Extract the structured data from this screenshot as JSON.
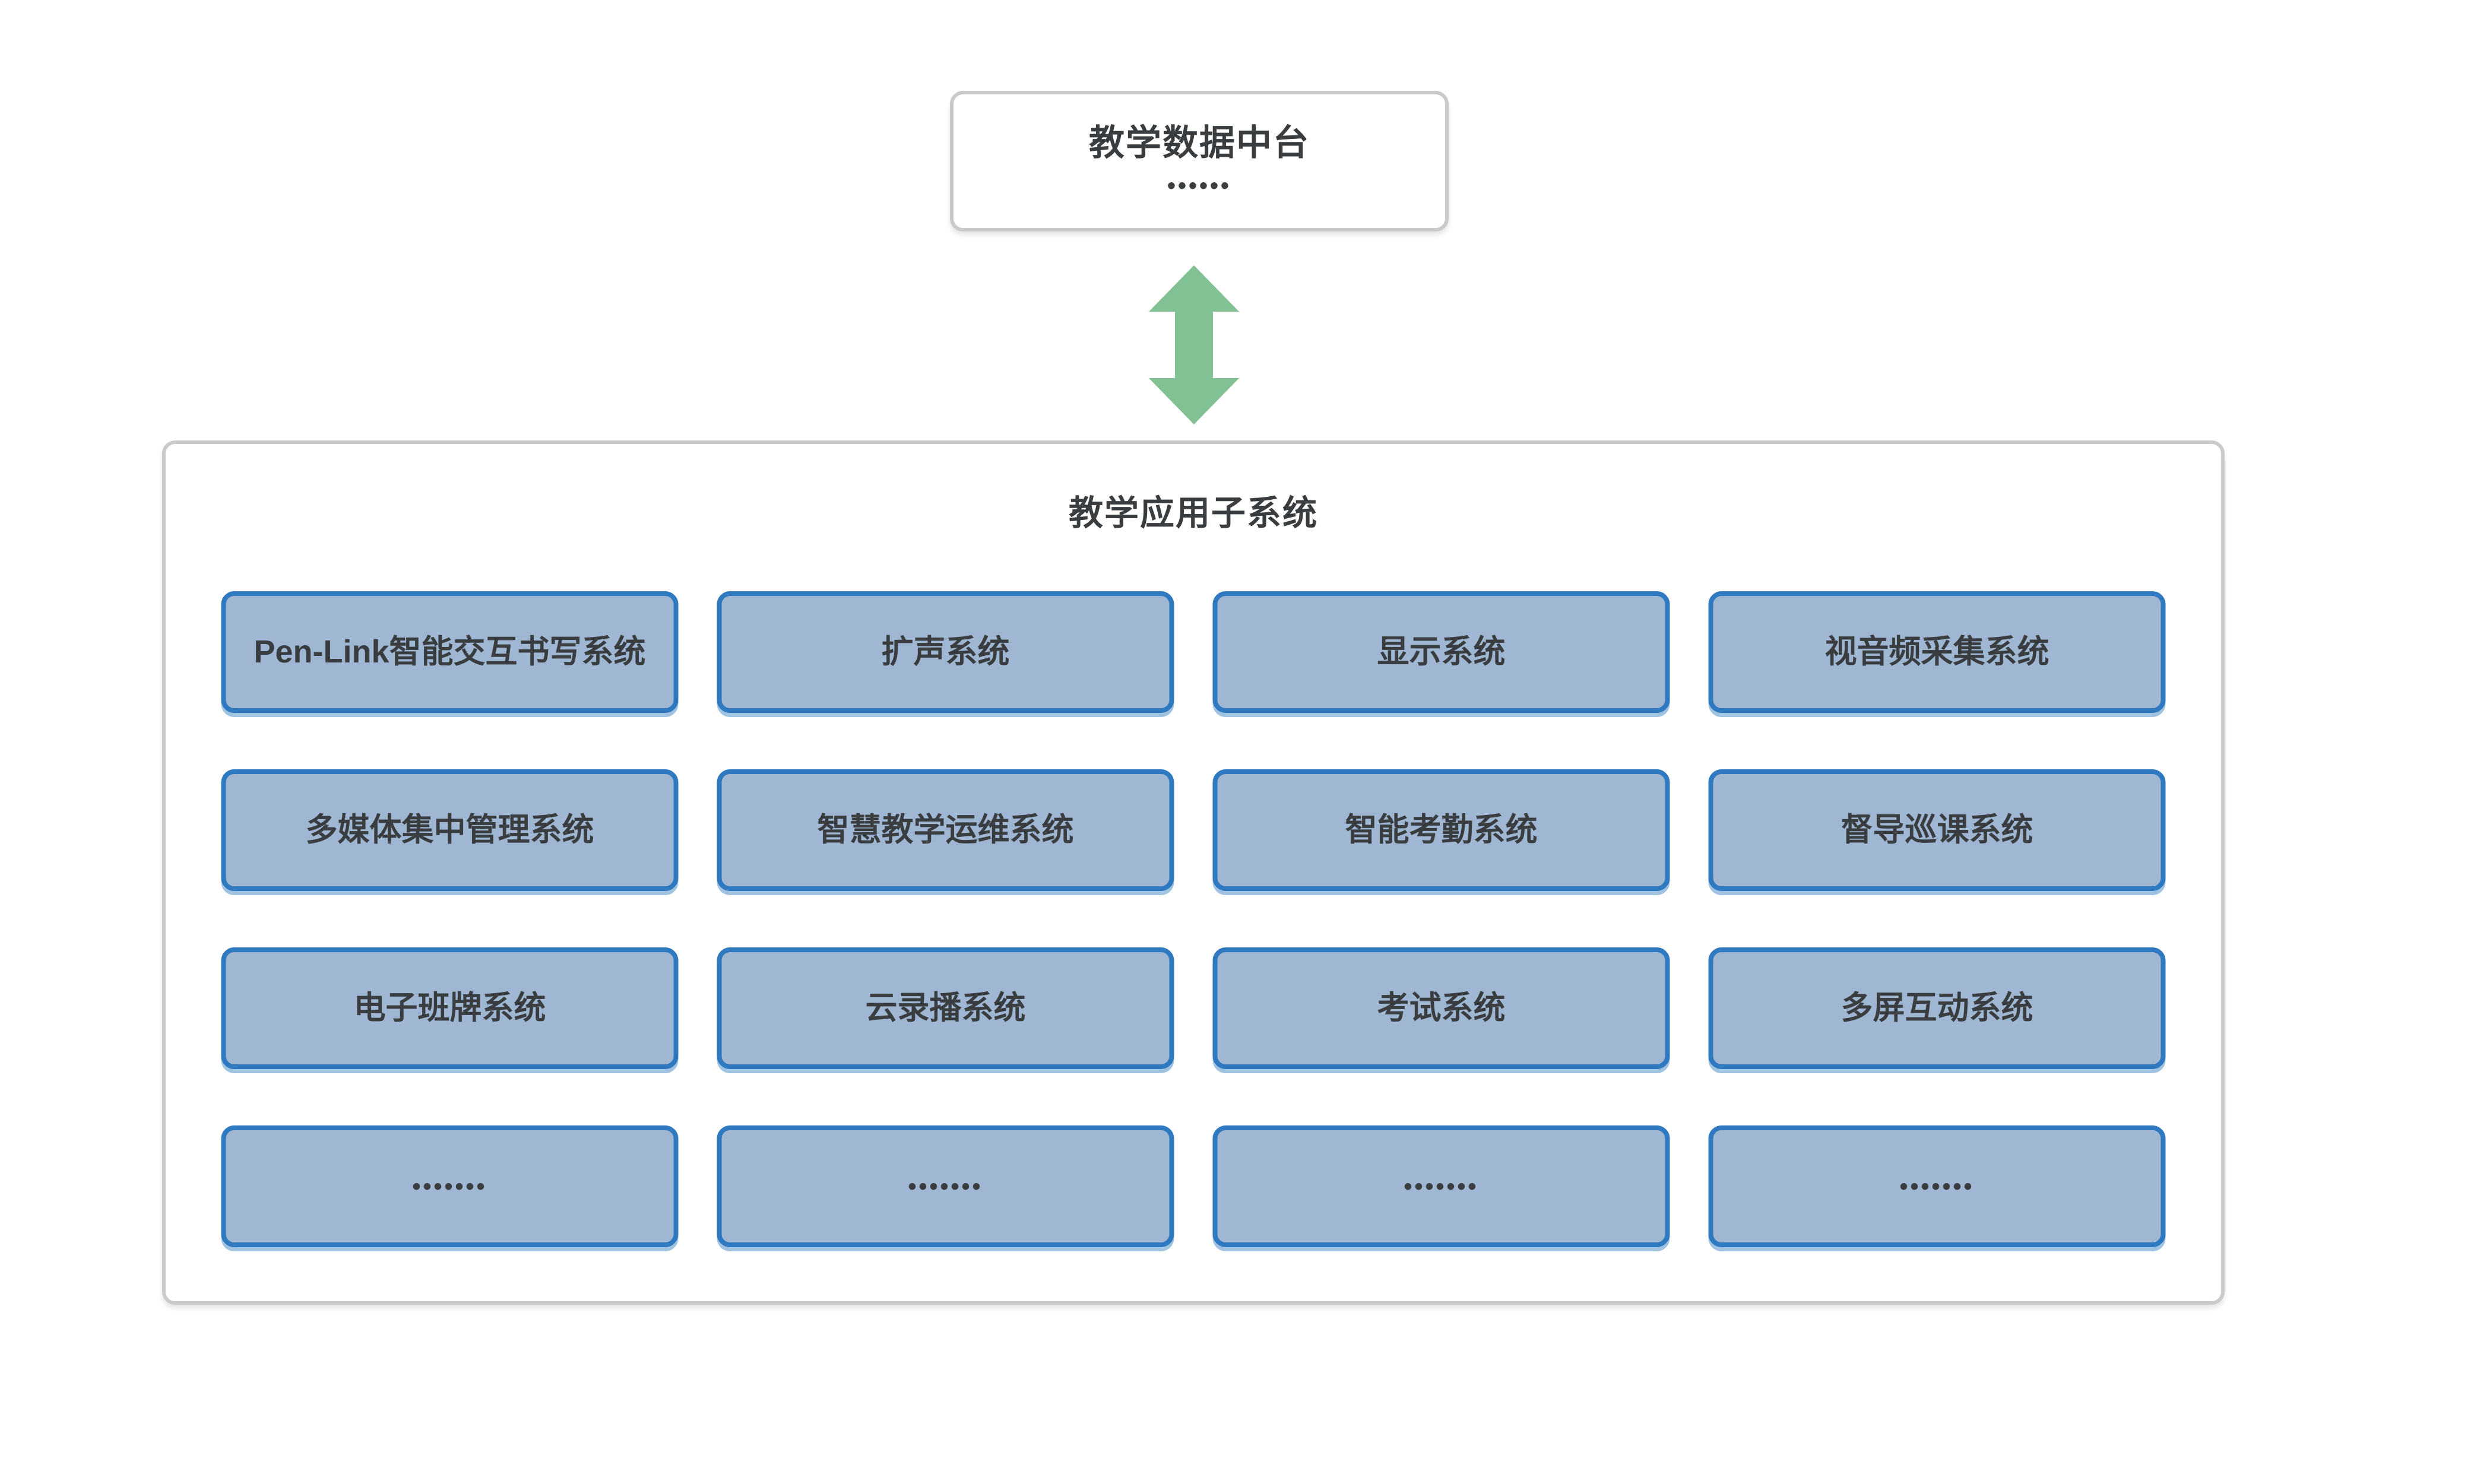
{
  "colors": {
    "page_background": "#ffffff",
    "outline_border": "#c9cacc",
    "subsystem_fill": "#9fb7d3",
    "subsystem_border": "#2e79bf",
    "arrow_green": "#82c194",
    "text": "#3a3d40"
  },
  "top_box": {
    "title": "教学数据中台",
    "ellipsis": "••••••"
  },
  "arrow": {
    "type": "bidirectional-vertical"
  },
  "subsystem_panel": {
    "title": "教学应用子系统",
    "rows": [
      [
        "Pen-Link智能交互书写系统",
        "扩声系统",
        "显示系统",
        "视音频采集系统"
      ],
      [
        "多媒体集中管理系统",
        "智慧教学运维系统",
        "智能考勤系统",
        "督导巡课系统"
      ],
      [
        "电子班牌系统",
        "云录播系统",
        "考试系统",
        "多屏互动系统"
      ],
      [
        "•••••••",
        "•••••••",
        "•••••••",
        "•••••••"
      ]
    ]
  }
}
